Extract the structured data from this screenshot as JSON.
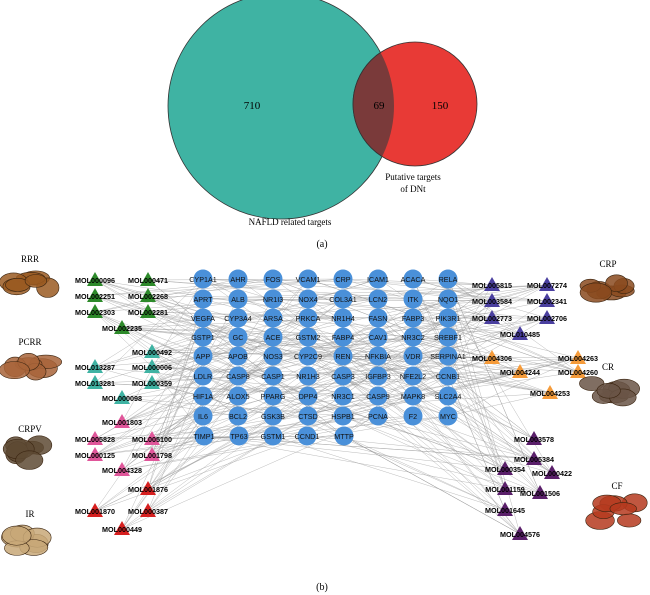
{
  "venn": {
    "left_count": "710",
    "overlap_count": "69",
    "right_count": "150",
    "left_label": "NAFLD related targets",
    "right_label_line1": "Putative targets",
    "right_label_line2": "of DNt",
    "left_color": "#3fb3a3",
    "right_color": "#e83a36",
    "overlap_color": "#7a3a3a"
  },
  "panel_a_label": "(a)",
  "panel_b_label": "(b)",
  "herbs": [
    {
      "name": "RRR",
      "color": "#2d8a2a"
    },
    {
      "name": "PCRR",
      "color": "#3fb3a3"
    },
    {
      "name": "CRPV",
      "color": "#e0569a"
    },
    {
      "name": "IR",
      "color": "#d61f1f"
    },
    {
      "name": "CRP",
      "color": "#4a3f9f"
    },
    {
      "name": "CR",
      "color": "#f59b3a"
    },
    {
      "name": "CF",
      "color": "#5a1f6a"
    }
  ],
  "targets": [
    [
      "CYP1A1",
      "AHR",
      "FOS",
      "VCAM1",
      "CRP",
      "ICAM1",
      "ACACA",
      "RELA"
    ],
    [
      "APRT",
      "ALB",
      "NR1I3",
      "NOX4",
      "COL3A1",
      "LCN2",
      "ITK",
      "NQO1"
    ],
    [
      "VEGFA",
      "CYP3A4",
      "ARSA",
      "PRKCA",
      "NR1H4",
      "FASN",
      "FABP3",
      "PIK3R1"
    ],
    [
      "GSTP1",
      "GC",
      "ACE",
      "GSTM2",
      "FABP4",
      "CAV1",
      "NR3C2",
      "SREBF1"
    ],
    [
      "APP",
      "APOB",
      "NOS3",
      "CYP2C9",
      "REN",
      "NFKBIA",
      "VDR",
      "SERPINA1"
    ],
    [
      "LDLR",
      "CASP8",
      "CASP1",
      "NR1H3",
      "CASP3",
      "IGFBP3",
      "NFE2L2",
      "CCNB1"
    ],
    [
      "HIF1A",
      "ALOX5",
      "PPARG",
      "DPP4",
      "NR3C1",
      "CASP9",
      "MAPK8",
      "SLC2A4"
    ],
    [
      "IL6",
      "BCL2",
      "GSK3B",
      "CTSD",
      "HSPB1",
      "PCNA",
      "F2",
      "MYC"
    ],
    [
      "TIMP1",
      "TP63",
      "GSTM1",
      "CCND1",
      "MTTP"
    ]
  ],
  "compounds_left": [
    {
      "label": "MOL000096",
      "herb": 0
    },
    {
      "label": "MOL000471",
      "herb": 0
    },
    {
      "label": "MOL002251",
      "herb": 0
    },
    {
      "label": "MOL002268",
      "herb": 0
    },
    {
      "label": "MOL002303",
      "herb": 0
    },
    {
      "label": "MOL002281",
      "herb": 0
    },
    {
      "label": "MOL002235",
      "herb": 0
    },
    {
      "label": "MOL000492",
      "herb": 1
    },
    {
      "label": "MOL013287",
      "herb": 1
    },
    {
      "label": "MOL000006",
      "herb": 1
    },
    {
      "label": "MOL013281",
      "herb": 1
    },
    {
      "label": "MOL000359",
      "herb": 1
    },
    {
      "label": "MOL000098",
      "herb": 1
    },
    {
      "label": "MOL001803",
      "herb": 2
    },
    {
      "label": "MOL005828",
      "herb": 2
    },
    {
      "label": "MOL005100",
      "herb": 2
    },
    {
      "label": "MOL000125",
      "herb": 2
    },
    {
      "label": "MOL001798",
      "herb": 2
    },
    {
      "label": "MOL004328",
      "herb": 2
    },
    {
      "label": "MOL001876",
      "herb": 3
    },
    {
      "label": "MOL001870",
      "herb": 3
    },
    {
      "label": "MOL000387",
      "herb": 3
    },
    {
      "label": "MOL000449",
      "herb": 3
    }
  ],
  "compounds_right": [
    {
      "label": "MOL005815",
      "herb": 4
    },
    {
      "label": "MOL007274",
      "herb": 4
    },
    {
      "label": "MOL003584",
      "herb": 4
    },
    {
      "label": "MOL002341",
      "herb": 4
    },
    {
      "label": "MOL002773",
      "herb": 4
    },
    {
      "label": "MOL002706",
      "herb": 4
    },
    {
      "label": "MOL010485",
      "herb": 4
    },
    {
      "label": "MOL004306",
      "herb": 5
    },
    {
      "label": "MOL004263",
      "herb": 5
    },
    {
      "label": "MOL004244",
      "herb": 5
    },
    {
      "label": "MOL004260",
      "herb": 5
    },
    {
      "label": "MOL004253",
      "herb": 5
    },
    {
      "label": "MOL003578",
      "herb": 6
    },
    {
      "label": "MOL005384",
      "herb": 6
    },
    {
      "label": "MOL000354",
      "herb": 6
    },
    {
      "label": "MOL000422",
      "herb": 6
    },
    {
      "label": "MOL001159",
      "herb": 6
    },
    {
      "label": "MOL001506",
      "herb": 6
    },
    {
      "label": "MOL001645",
      "herb": 6
    },
    {
      "label": "MOL004576",
      "herb": 6
    }
  ],
  "node_color": "#4a90d9",
  "edge_color": "#9a9a9a"
}
